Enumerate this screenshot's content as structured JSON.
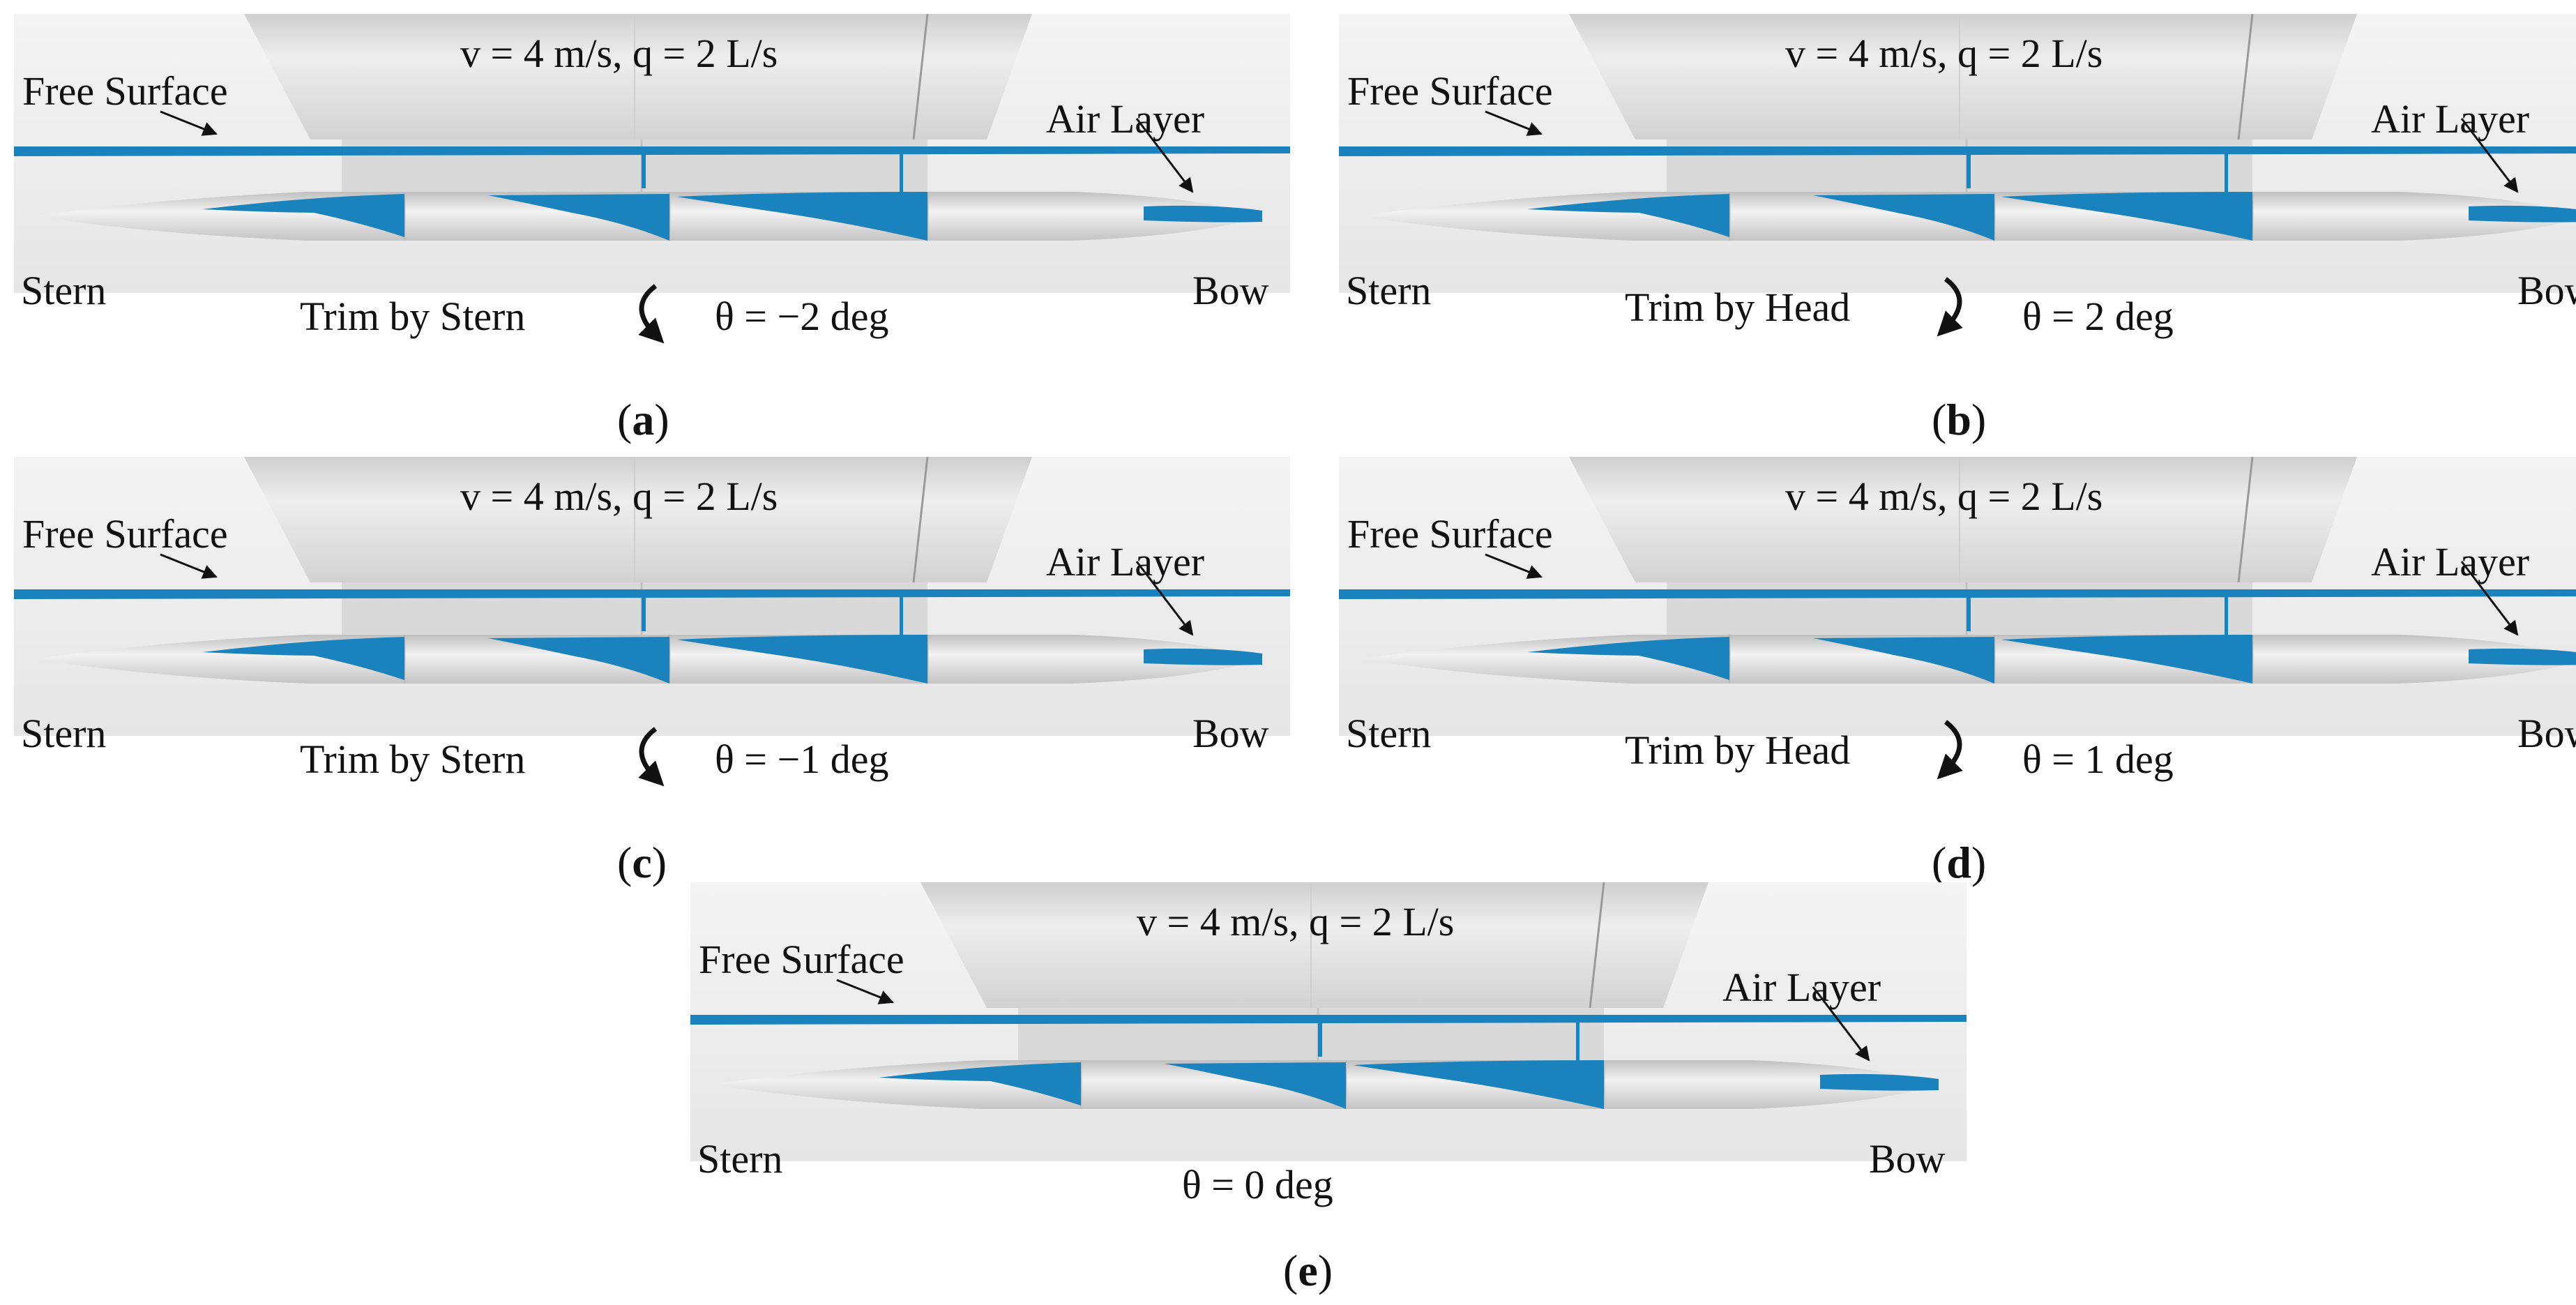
{
  "colors": {
    "water": "#1a83bd",
    "hull": "#dcdcdc",
    "background": "#ececec",
    "text": "#111111"
  },
  "panels": {
    "a": {
      "caption_letter": "a",
      "condition": "v = 4 m/s, q = 2 L/s",
      "free_surface": "Free Surface",
      "air_layer": "Air Layer",
      "stern": "Stern",
      "bow": "Bow",
      "trim": "Trim by Stern",
      "trim_icon": "counterclockwise-arrow-icon",
      "theta": "θ = −2 deg"
    },
    "b": {
      "caption_letter": "b",
      "condition": "v = 4 m/s, q = 2 L/s",
      "free_surface": "Free Surface",
      "air_layer": "Air Layer",
      "stern": "Stern",
      "bow": "Bow",
      "trim": "Trim by Head",
      "trim_icon": "clockwise-arrow-icon",
      "theta": "θ = 2 deg"
    },
    "c": {
      "caption_letter": "c",
      "condition": "v = 4 m/s, q = 2 L/s",
      "free_surface": "Free Surface",
      "air_layer": "Air Layer",
      "stern": "Stern",
      "bow": "Bow",
      "trim": "Trim by Stern",
      "trim_icon": "counterclockwise-arrow-icon",
      "theta": "θ = −1 deg"
    },
    "d": {
      "caption_letter": "d",
      "condition": "v = 4 m/s, q = 2 L/s",
      "free_surface": "Free Surface",
      "air_layer": "Air Layer",
      "stern": "Stern",
      "bow": "Bow",
      "trim": "Trim by Head",
      "trim_icon": "clockwise-arrow-icon",
      "theta": "θ = 1 deg"
    },
    "e": {
      "caption_letter": "e",
      "condition": "v = 4 m/s, q = 2 L/s",
      "free_surface": "Free Surface",
      "air_layer": "Air Layer",
      "stern": "Stern",
      "bow": "Bow",
      "theta": "θ = 0 deg"
    }
  }
}
